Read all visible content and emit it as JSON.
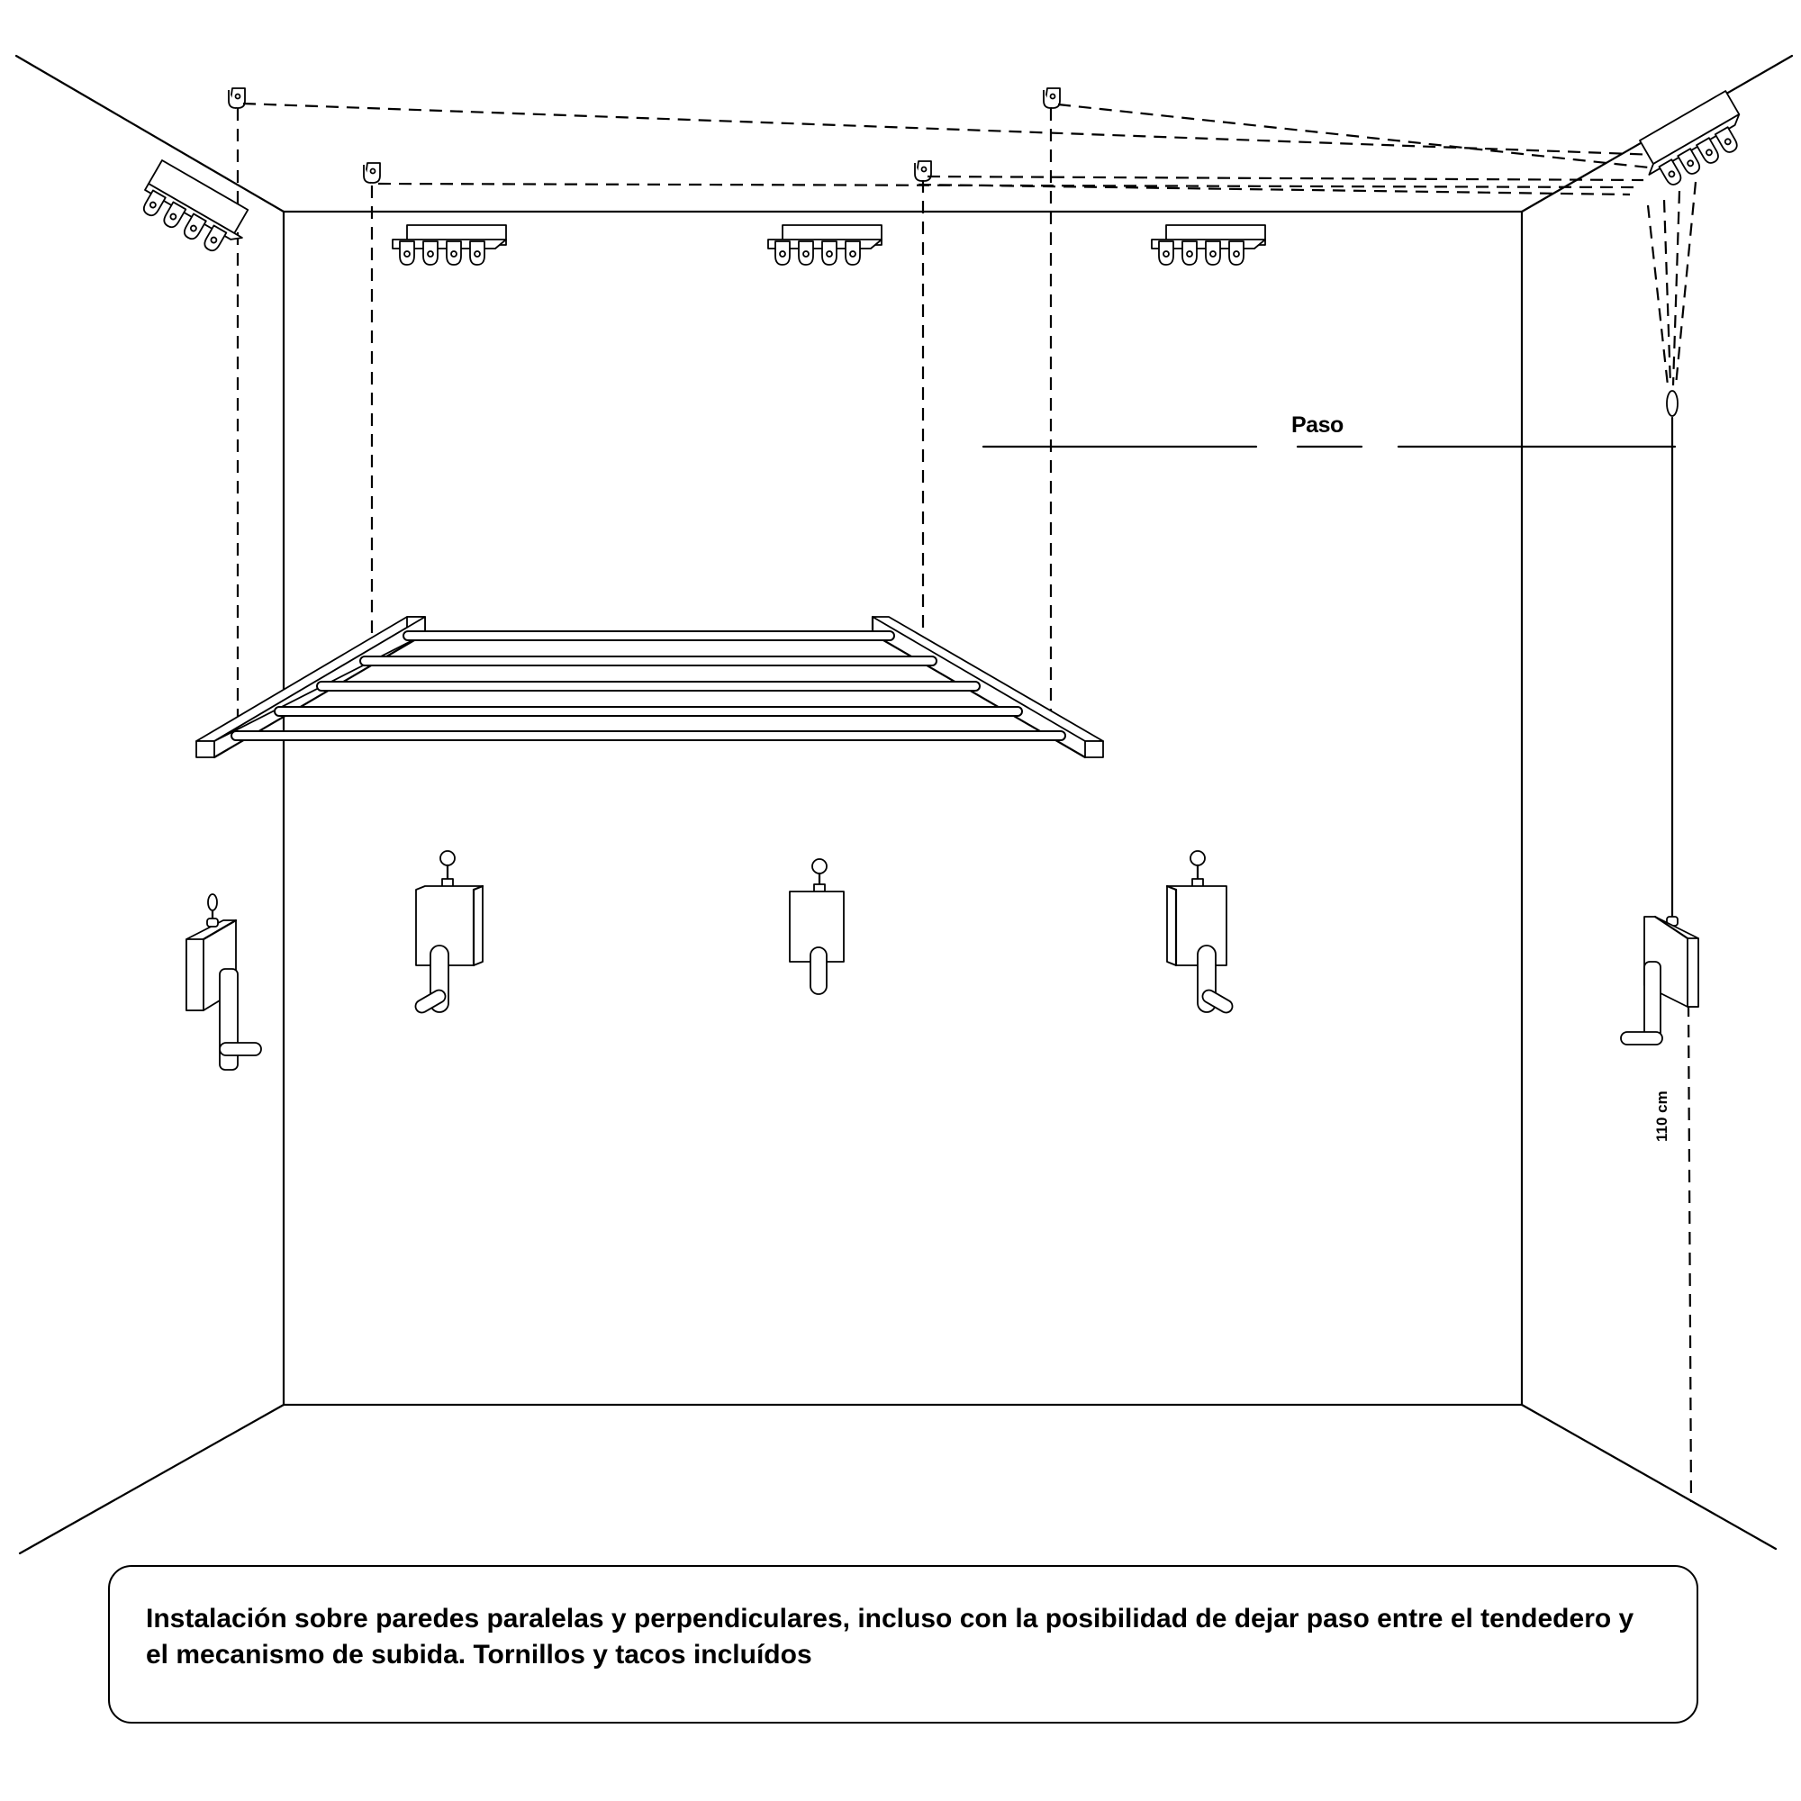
{
  "diagram": {
    "type": "installation-diagram",
    "subject": "ceiling clothes drying rack with pulley lift mechanism",
    "labels": {
      "passage": "Paso",
      "crank_height": "110 cm"
    },
    "components": {
      "rack_bars": 5,
      "wall_brackets": 4,
      "ceiling_pulley_blocks": 5,
      "crank_winders": 5
    },
    "colors": {
      "line": "#000000",
      "background": "#ffffff"
    }
  },
  "caption": {
    "text": "Instalación sobre paredes paralelas y perpendiculares, incluso con la posibilidad de dejar paso entre el tendedero y el mecanismo de subida. Tornillos y tacos incluídos"
  }
}
